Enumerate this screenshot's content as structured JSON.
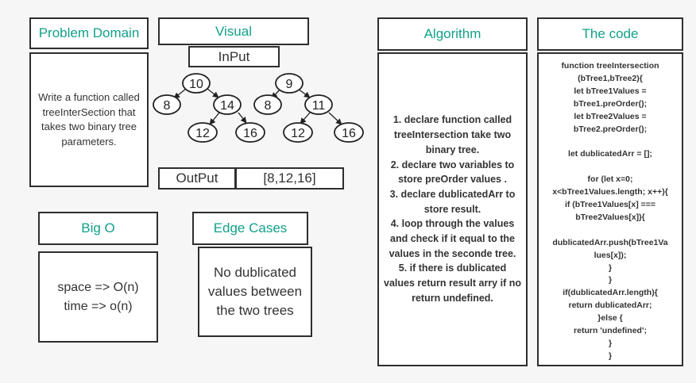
{
  "problem_domain": {
    "title": "Problem Domain",
    "text": "Write a function called treeInterSection that takes two binary tree parameters."
  },
  "visual": {
    "title": "Visual",
    "input_label": "InPut",
    "output_label": "OutPut",
    "output_value": "[8,12,16]",
    "tree1": {
      "root": "10",
      "left": "8",
      "right": "14",
      "right_left": "12",
      "right_right": "16"
    },
    "tree2": {
      "root": "9",
      "left": "8",
      "right": "11",
      "right_left": "12",
      "right_right": "16"
    }
  },
  "big_o": {
    "title": "Big O",
    "space": "space => O(n)",
    "time": "time => o(n)"
  },
  "edge_cases": {
    "title": "Edge Cases",
    "text": "No dublicated values between the two trees"
  },
  "algorithm": {
    "title": "Algorithm",
    "text": "1. declare function called treeIntersection take two binary tree.\n2. declare two variables to store preOrder values .\n3. declare dublicatedArr to store result.\n4. loop through the values and check if it equal to the values in the seconde tree.\n5. if there is dublicated values return result arry if no return undefined."
  },
  "code": {
    "title": "The code",
    "text": "function treeIntersection\n(bTree1,bTree2){\nlet bTree1Values =\nbTree1.preOrder();\nlet bTree2Values =\nbTree2.preOrder();\n\nlet dublicatedArr = [];\n\nfor (let x=0;\nx<bTree1Values.length; x++){\nif (bTree1Values[x] ===\nbTree2Values[x]){\n\ndublicatedArr.push(bTree1Va\nlues[x]);\n}\n}\nif(dublicatedArr.length){\nreturn dublicatedArr;\n}else {\nreturn 'undefined';\n}\n}"
  },
  "colors": {
    "accent": "#12a08a",
    "border": "#2e2e2e",
    "background": "#f6f6f6"
  }
}
